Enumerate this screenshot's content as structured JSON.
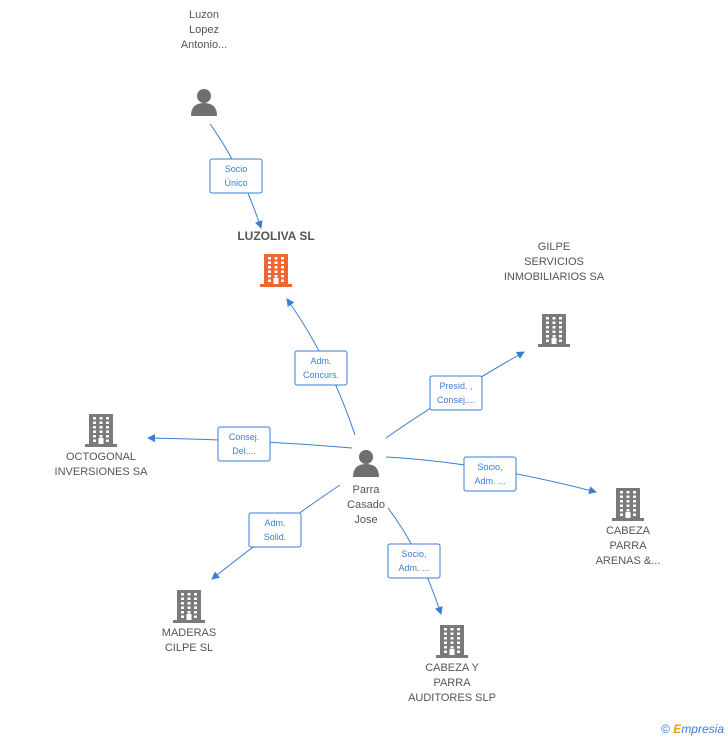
{
  "colors": {
    "edge": "#3a7fd5",
    "building": "#7a7a7a",
    "building_main": "#ee6633",
    "person": "#6f6f6f",
    "text": "#555555"
  },
  "nodes": [
    {
      "id": "luzon",
      "kind": "person",
      "lines": [
        "Luzon",
        "Lopez",
        "Antonio..."
      ],
      "label_pos": "above",
      "main": false
    },
    {
      "id": "luzoliva",
      "kind": "company",
      "lines": [
        "LUZOLIVA SL"
      ],
      "label_pos": "above",
      "main": true
    },
    {
      "id": "gilpe",
      "kind": "company",
      "lines": [
        "GILPE",
        "SERVICIOS",
        "INMOBILIARIOS SA"
      ],
      "label_pos": "above",
      "main": false
    },
    {
      "id": "octogonal",
      "kind": "company",
      "lines": [
        "OCTOGONAL",
        "INVERSIONES SA"
      ],
      "label_pos": "below",
      "main": false
    },
    {
      "id": "parra",
      "kind": "person",
      "lines": [
        "Parra",
        "Casado",
        "Jose"
      ],
      "label_pos": "below",
      "main": false
    },
    {
      "id": "cabeza_arenas",
      "kind": "company",
      "lines": [
        "CABEZA",
        "PARRA",
        "ARENAS &..."
      ],
      "label_pos": "below",
      "main": false
    },
    {
      "id": "maderas",
      "kind": "company",
      "lines": [
        "MADERAS",
        "CILPE SL"
      ],
      "label_pos": "below",
      "main": false
    },
    {
      "id": "cabeza_auditores",
      "kind": "company",
      "lines": [
        "CABEZA Y",
        "PARRA",
        "AUDITORES SLP"
      ],
      "label_pos": "below",
      "main": false
    }
  ],
  "edges": [
    {
      "from": "luzon",
      "to": "luzoliva",
      "lines": [
        "Socio",
        "Único"
      ]
    },
    {
      "from": "parra",
      "to": "luzoliva",
      "lines": [
        "Adm.",
        "Concurs."
      ]
    },
    {
      "from": "parra",
      "to": "gilpe",
      "lines": [
        "Presid. ,",
        "Consej...."
      ]
    },
    {
      "from": "parra",
      "to": "octogonal",
      "lines": [
        "Consej.",
        "Del...."
      ]
    },
    {
      "from": "parra",
      "to": "cabeza_arenas",
      "lines": [
        "Socio,",
        "Adm. ..."
      ]
    },
    {
      "from": "parra",
      "to": "maderas",
      "lines": [
        "Adm.",
        "Solid."
      ]
    },
    {
      "from": "parra",
      "to": "cabeza_auditores",
      "lines": [
        "Socio,",
        "Adm. ..."
      ]
    }
  ],
  "footer": {
    "copyright": "©",
    "brand_first": "E",
    "brand_rest": "mpresia"
  }
}
